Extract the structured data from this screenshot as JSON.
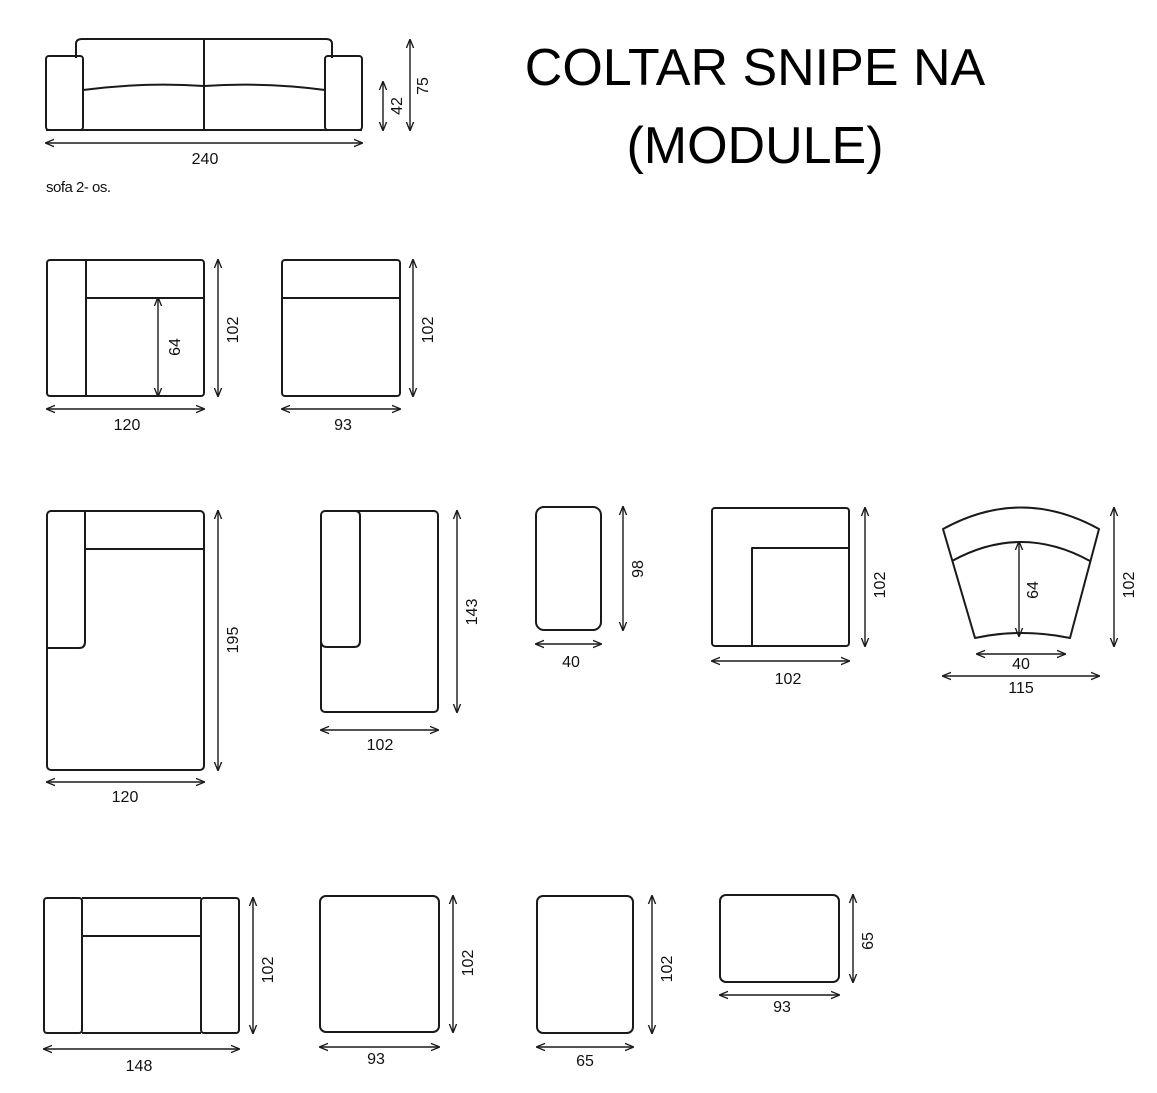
{
  "title": {
    "line1": "COLTAR SNIPE NA",
    "line2": "(MODULE)"
  },
  "sofa": {
    "caption": "sofa 2- os.",
    "width": "240",
    "seat_height": "42",
    "height": "75"
  },
  "modules": {
    "m1": {
      "width": "120",
      "depth": "102",
      "seat_depth": "64"
    },
    "m2": {
      "width": "93",
      "depth": "102"
    },
    "m3": {
      "width": "120",
      "depth": "195"
    },
    "m4": {
      "width": "102",
      "depth": "143"
    },
    "m5": {
      "width": "40",
      "depth": "98"
    },
    "m6": {
      "width": "102",
      "depth": "102"
    },
    "m7": {
      "width": "115",
      "depth": "102",
      "inner_width": "40",
      "seat_depth": "64"
    },
    "m8": {
      "width": "148",
      "depth": "102"
    },
    "m9": {
      "width": "93",
      "depth": "102"
    },
    "m10": {
      "width": "65",
      "depth": "102"
    },
    "m11": {
      "width": "93",
      "depth": "65"
    }
  },
  "colors": {
    "outline": "#1a1a1a",
    "text": "#000000",
    "background": "#ffffff"
  }
}
